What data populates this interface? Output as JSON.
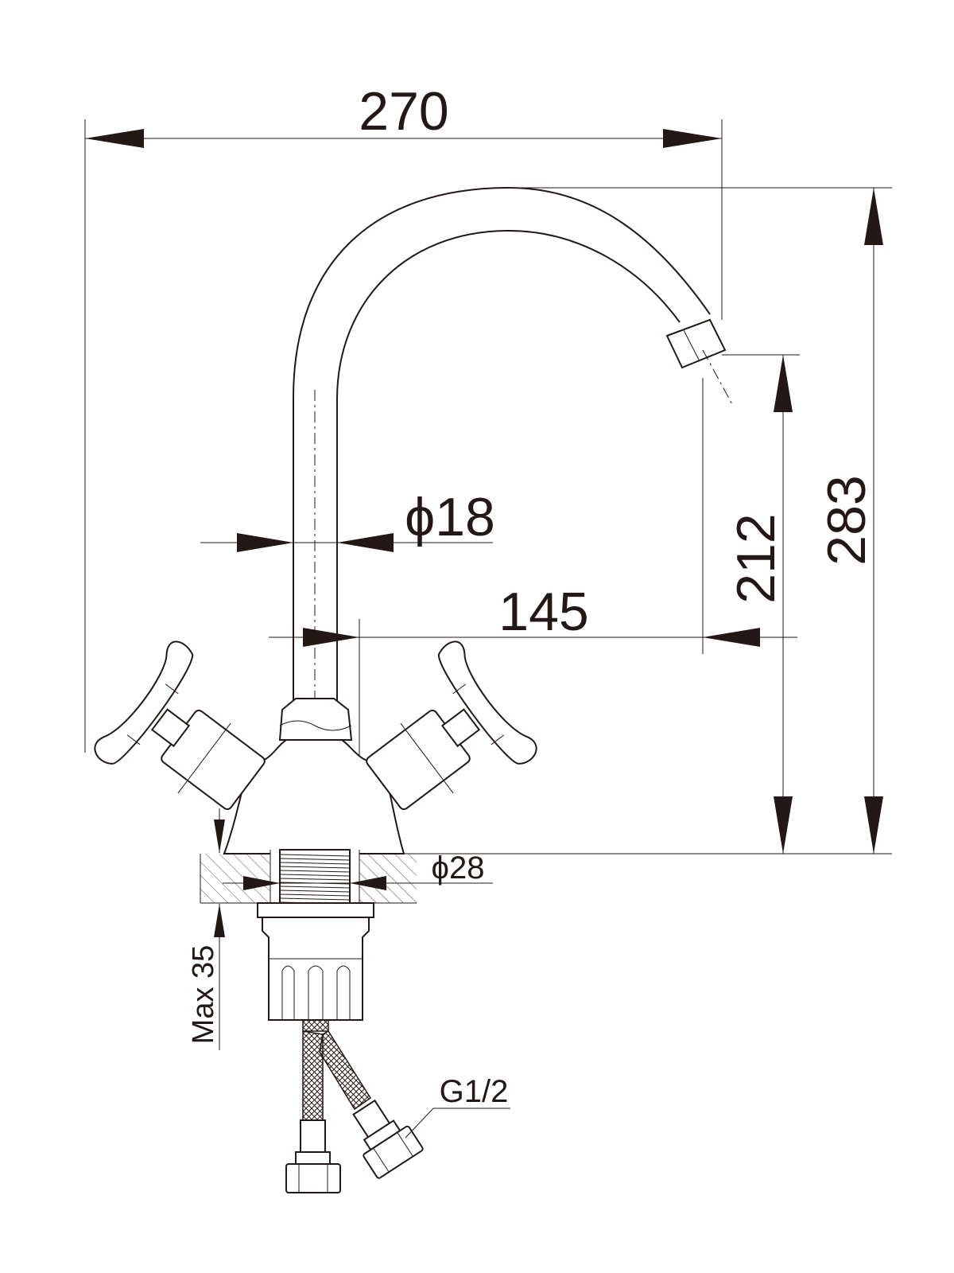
{
  "drawing": {
    "dimensions": {
      "overall_reach": "270",
      "overall_height": "283",
      "spout_height": "212",
      "spout_projection": "145",
      "spout_diameter": "ϕ18",
      "thread_diameter": "ϕ28",
      "max_counter_thickness": "Max 35",
      "hose_thread": "G1/2"
    },
    "colors": {
      "line": "#231815",
      "background": "#ffffff"
    }
  }
}
